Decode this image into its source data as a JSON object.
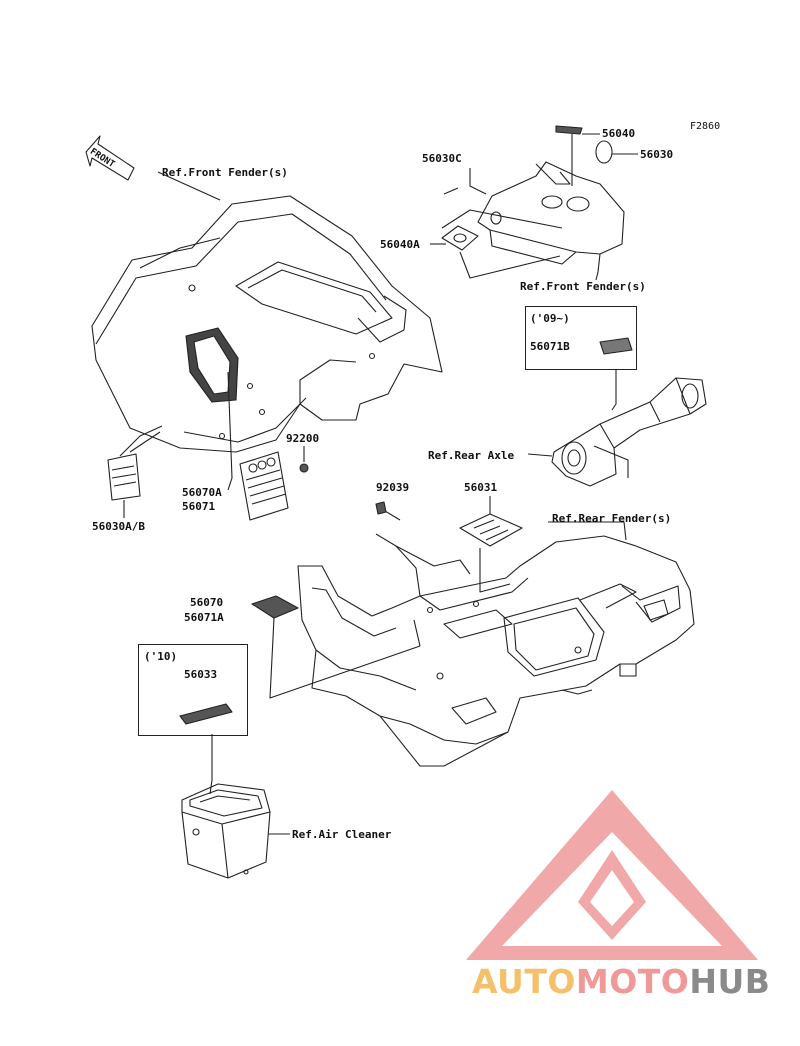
{
  "figure_code": "F2860",
  "front_arrow": "FRONT",
  "refs": {
    "front_fender_top": "Ref.Front Fender(s)",
    "front_fender_mid": "Ref.Front Fender(s)",
    "rear_axle": "Ref.Rear Axle",
    "rear_fender": "Ref.Rear Fender(s)",
    "air_cleaner": "Ref.Air Cleaner"
  },
  "parts": {
    "p56040": "56040",
    "p56030": "56030",
    "p56030C": "56030C",
    "p56040A": "56040A",
    "p56071B": "56071B",
    "p92200": "92200",
    "p56070A": "56070A",
    "p56071": "56071",
    "p56030AB": "56030A/B",
    "p92039": "92039",
    "p56031": "56031",
    "p56070": "56070",
    "p56071A": "56071A",
    "p56033": "56033"
  },
  "notes": {
    "year_09": "('09~)",
    "year_10": "('10)"
  },
  "watermark": {
    "auto": "AUTO",
    "moto": "MOTO",
    "hub": "HUB",
    "logo_color": "#ef9a9a"
  }
}
